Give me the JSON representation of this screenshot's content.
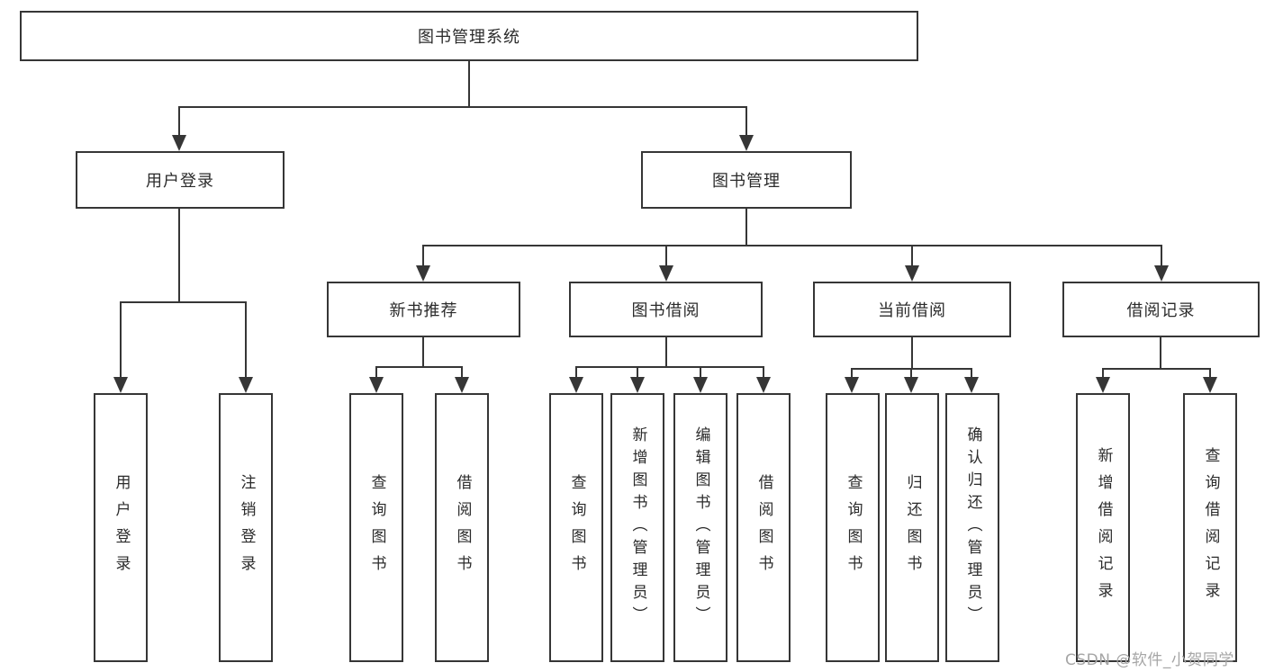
{
  "diagram": {
    "title": "图书管理系统",
    "root": {
      "label": "图书管理系统"
    },
    "level2": [
      {
        "label": "用户登录"
      },
      {
        "label": "图书管理"
      }
    ],
    "level3": [
      {
        "label": "新书推荐"
      },
      {
        "label": "图书借阅"
      },
      {
        "label": "当前借阅"
      },
      {
        "label": "借阅记录"
      }
    ],
    "leaves": [
      {
        "label": "用户登录"
      },
      {
        "label": "注销登录"
      },
      {
        "label": "查询图书"
      },
      {
        "label": "借阅图书"
      },
      {
        "label": "查询图书"
      },
      {
        "label": "新增图书（管理员）"
      },
      {
        "label": "编辑图书（管理员）"
      },
      {
        "label": "借阅图书"
      },
      {
        "label": "查询图书"
      },
      {
        "label": "归还图书"
      },
      {
        "label": "确认归还（管理员）"
      },
      {
        "label": "新增借阅记录"
      },
      {
        "label": "查询借阅记录"
      }
    ],
    "watermark": "CSDN @软件_小贺同学",
    "colors": {
      "line": "#363636",
      "text": "#2b2b2b",
      "watermark": "#a6a6a6",
      "background": "#ffffff"
    }
  }
}
